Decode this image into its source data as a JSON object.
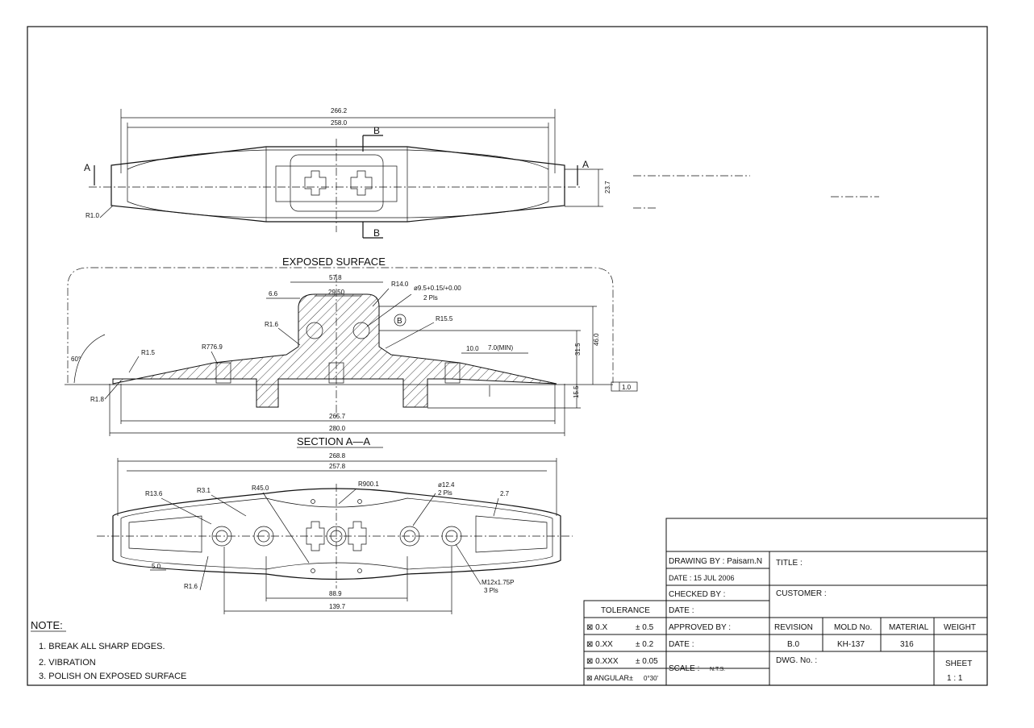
{
  "views": {
    "top": {
      "dim_overall": "266.2",
      "dim_inner": "258.0",
      "dim_height": "23.7",
      "radius": "R1.0",
      "section_a": "A",
      "section_b": "B"
    },
    "section": {
      "label_exposed": "EXPOSED SURFACE",
      "title": "SECTION A—A",
      "dims": {
        "d57_8": "57.8",
        "d29_50": "29.50",
        "d6_6": "6.6",
        "r14": "R14.0",
        "hole": "ø9.5+0.15/+0.00",
        "hole_qty": "2 Pls",
        "r1_6": "R1.6",
        "r15_5": "R15.5",
        "r1_5": "R1.5",
        "r776_9": "R776.9",
        "d10": "10.0",
        "d7min": "7.0(MIN)",
        "d31_5": "31.5",
        "d46": "46.0",
        "d15_5": "15.5",
        "angle": "60°",
        "r1_8": "R1.8",
        "d265_7": "265.7",
        "d280": "280.0",
        "flat": "1.0",
        "callout": "B"
      }
    },
    "bottom": {
      "dims": {
        "d268_8": "268.8",
        "d257_8": "257.8",
        "r13_6": "R13.6",
        "r3_1": "R3.1",
        "r45": "R45.0",
        "r900": "R900.1",
        "hole": "ø12.4",
        "hole_qty": "2 Pls",
        "d2_7": "2.7",
        "d5": "5.0",
        "r1_6": "R1.6",
        "d88_9": "88.9",
        "d139_7": "139.7",
        "thread": "M12x1.75P",
        "thread_qty": "3 Pls"
      }
    }
  },
  "notes": {
    "title": "NOTE:",
    "items": [
      "1. BREAK ALL SHARP EDGES.",
      "2. VIBRATION",
      "3. POLISH ON EXPOSED SURFACE"
    ]
  },
  "tolerance": {
    "header": "TOLERANCE",
    "rows": [
      {
        "label": "⊠ 0.X",
        "value": "± 0.5"
      },
      {
        "label": "⊠ 0.XX",
        "value": "± 0.2"
      },
      {
        "label": "⊠ 0.XXX",
        "value": "± 0.05"
      },
      {
        "label": "⊠ ANGULAR±",
        "value": "0°30'"
      }
    ]
  },
  "title_block": {
    "drawing_by": "DRAWING BY : Paisarn.N",
    "date1": "DATE : 15 JUL 2006",
    "checked_by": "CHECKED BY :",
    "date2": "DATE :",
    "approved_by": "APPROVED BY :",
    "date3": "DATE :",
    "scale_label": "SCALE :",
    "scale_value": "N.T.S.",
    "title": "TITLE :",
    "customer": "CUSTOMER :",
    "revision_h": "REVISION",
    "revision_v": "B.0",
    "mold_h": "MOLD No.",
    "mold_v": "KH-137",
    "material_h": "MATERIAL",
    "material_v": "316",
    "weight_h": "WEIGHT",
    "dwg_no": "DWG. No. :",
    "sheet_h": "SHEET",
    "sheet_v": "1 : 1"
  }
}
